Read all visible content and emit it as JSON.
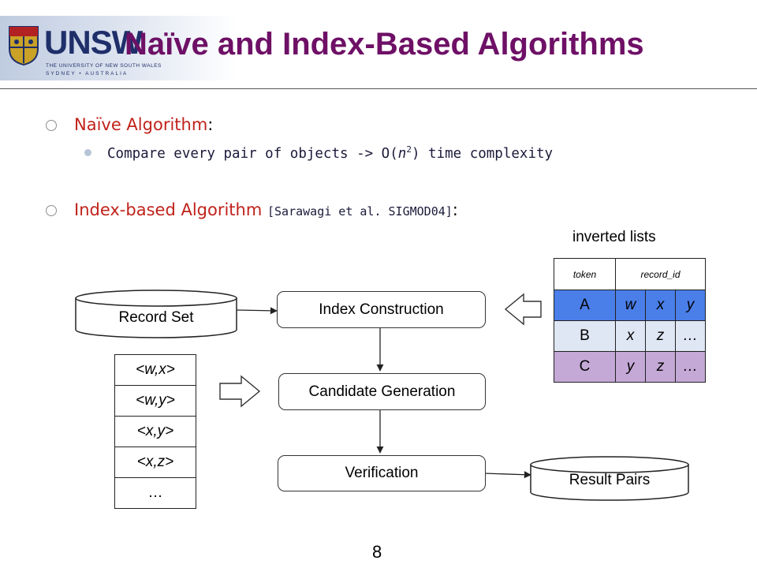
{
  "header": {
    "logo_text": "UNSW",
    "logo_line1": "THE UNIVERSITY OF NEW SOUTH WALES",
    "logo_line2": "SYDNEY • AUSTRALIA",
    "title": "Naïve and Index-Based Algorithms"
  },
  "bullets": {
    "naive_label": "Naïve Algorithm",
    "naive_colon": ":",
    "naive_sub_pre": "Compare every pair of objects -> O(",
    "naive_sub_n": "n",
    "naive_sub_exp": "2",
    "naive_sub_post": ") time complexity",
    "index_label": "Index-based Algorithm ",
    "index_cite": "[Sarawagi et al. SIGMOD04]",
    "index_colon": ":"
  },
  "diagram": {
    "record_set": "Record Set",
    "index_construction": "Index Construction",
    "candidate_generation": "Candidate Generation",
    "verification": "Verification",
    "result_pairs": "Result Pairs",
    "inverted_lists_label": "inverted lists",
    "table_header": {
      "token": "token",
      "record_id": "record_id"
    },
    "table_rows": [
      {
        "token": "A",
        "ids": [
          "w",
          "x",
          "y"
        ]
      },
      {
        "token": "B",
        "ids": [
          "x",
          "z",
          "…"
        ]
      },
      {
        "token": "C",
        "ids": [
          "y",
          "z",
          "…"
        ]
      }
    ],
    "pairs": [
      "<w,x>",
      "<w,y>",
      "<x,y>",
      "<x,z>",
      "…"
    ]
  },
  "page_number": "8"
}
